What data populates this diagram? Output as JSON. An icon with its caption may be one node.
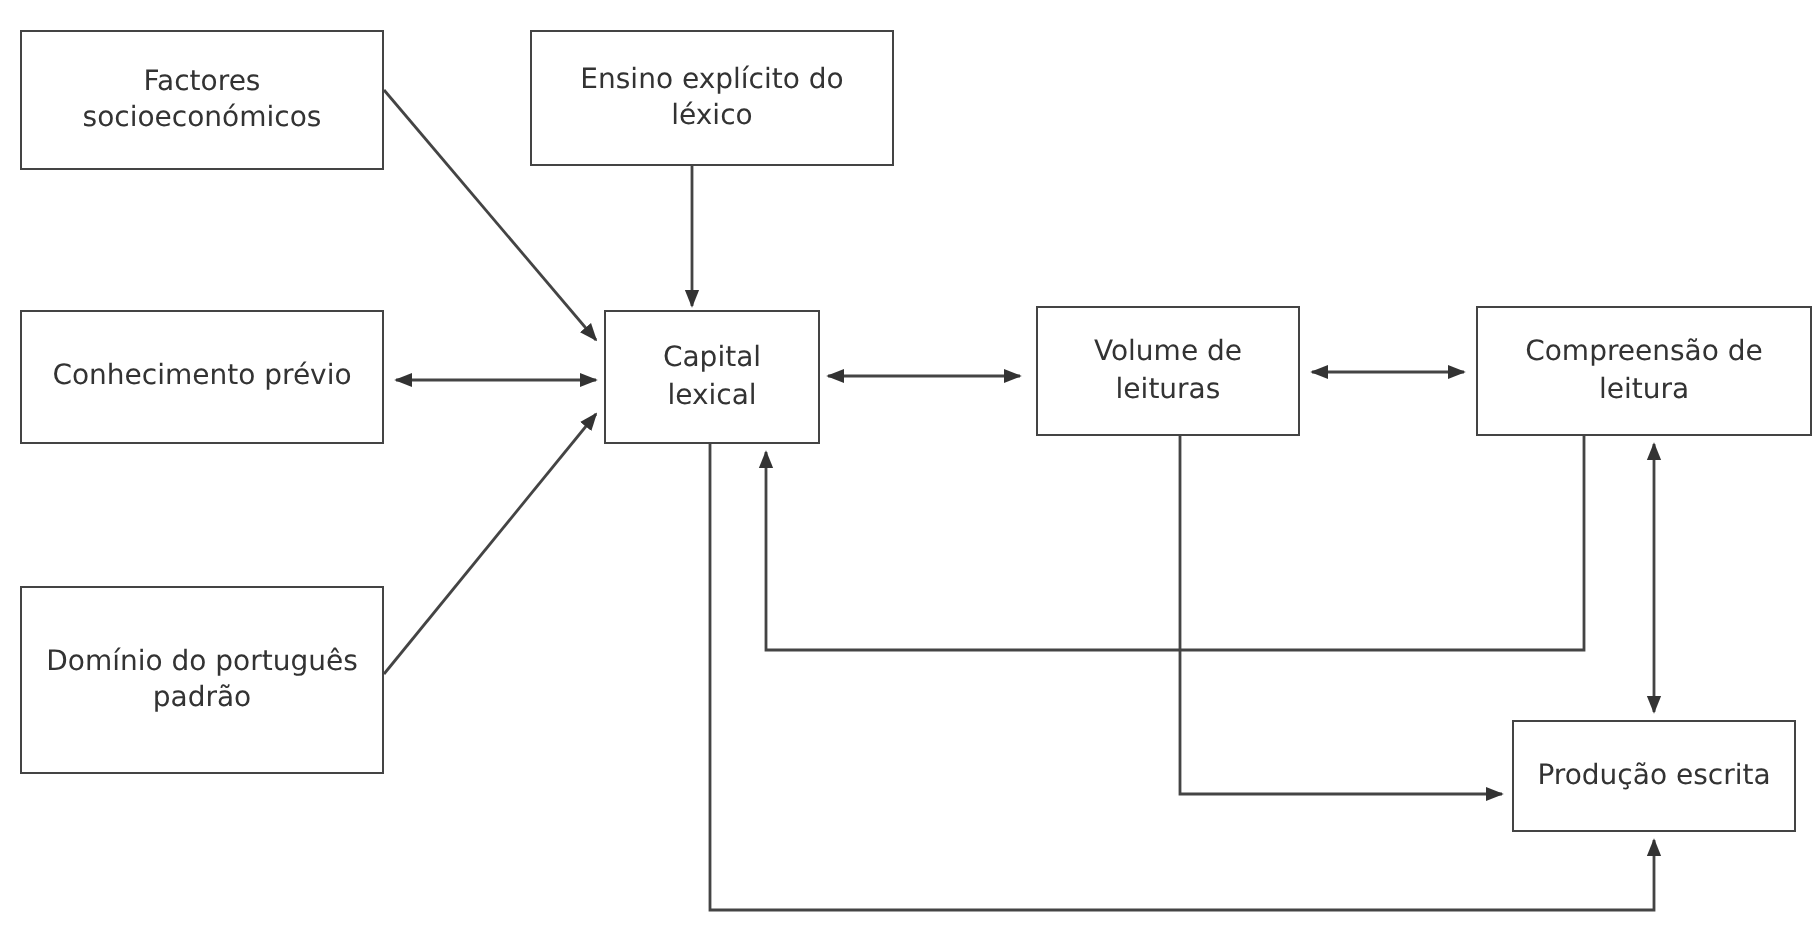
{
  "diagram": {
    "nodes": [
      {
        "text": [
          "Factores socioeconómicos"
        ]
      },
      {
        "text": [
          "Ensino explícito do léxico"
        ]
      },
      {
        "text": [
          "Conhecimento prévio"
        ]
      },
      {
        "text": [
          "Capital lexical"
        ]
      },
      {
        "text": [
          "Volume de leituras"
        ]
      },
      {
        "text": [
          "Compreensão de leitura"
        ]
      },
      {
        "text": [
          "Domínio do português padrão"
        ]
      },
      {
        "text": [
          "Produção escrita"
        ]
      }
    ],
    "edges": [
      {
        "from": 0,
        "to": 3,
        "arrow": "to"
      },
      {
        "from": 1,
        "to": 3,
        "arrow": "to"
      },
      {
        "from": 2,
        "to": 3,
        "arrow": "both"
      },
      {
        "from": 6,
        "to": 3,
        "arrow": "to"
      },
      {
        "from": 3,
        "to": 4,
        "arrow": "both"
      },
      {
        "from": 4,
        "to": 5,
        "arrow": "both"
      },
      {
        "from": 5,
        "to": 3,
        "arrow": "to"
      },
      {
        "from": 5,
        "to": 7,
        "arrow": "both"
      },
      {
        "from": 4,
        "to": 7,
        "arrow": "to"
      },
      {
        "from": 3,
        "to": 7,
        "arrow": "to"
      }
    ]
  }
}
